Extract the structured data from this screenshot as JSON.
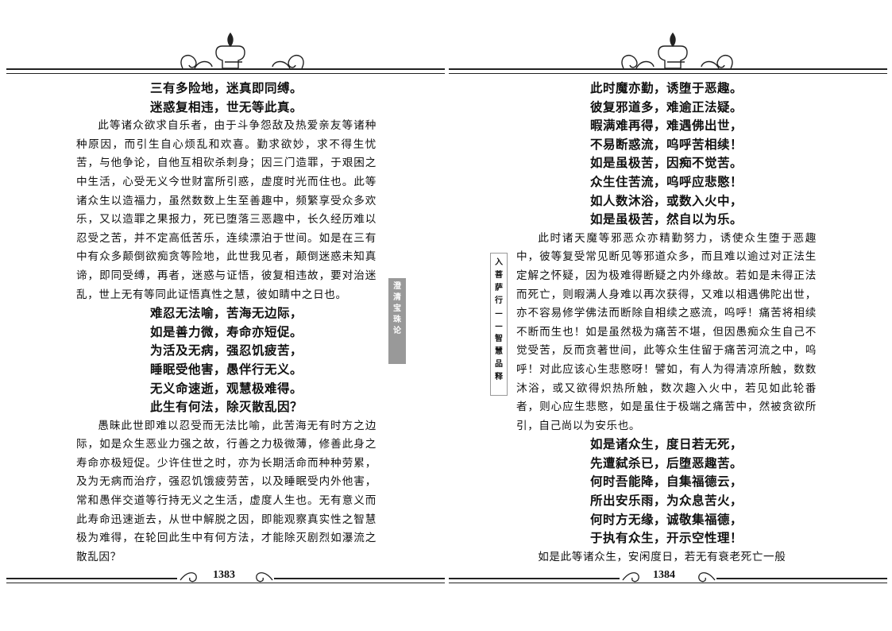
{
  "left_page": {
    "verse1": [
      "三有多险地，迷真即同缚。",
      "迷惑复相违，世无等此真。"
    ],
    "prose1": "此等诸众欲求自乐者，由于斗争怨敌及热爱亲友等诸种种原因，而引生自心烦乱和欢喜。勤求欲妙，求不得生忧苦，与他争论，自他互相砍杀刺身；因三门造罪，于艰困之中生活，心受无义今世财富所引惑，虚度时光而住也。此等诸众生以造福力，虽然数数上生至善趣中，频繁享受众多欢乐，又以造罪之果报力，死已堕落三恶趣中，长久经历难以忍受之苦，并不定高低苦乐，连续漂泊于世间。如是在三有中有众多颠倒欲痴贪等险地，此世我见者，颠倒迷惑未知真谛，即同受缚，再者，迷惑与证悟，彼复相违故，要对治迷乱，世上无有等同此证悟真性之慧，彼如睛中之日也。",
    "verse2": [
      "难忍无法喻，苦海无边际，",
      "如是善力微，寿命亦短促。",
      "为活及无病，强忍饥疲苦，",
      "睡眠受他害，愚伴行无义。",
      "无义命速逝，观慧极难得。",
      "此生有何法，除灭散乱因？"
    ],
    "prose2": "愚昧此世即难以忍受而无法比喻，此苦海无有时方之边际，如是众生恶业力强之故，行善之力极微薄，修善此身之寿命亦极短促。少许住世之时，亦为长期活命而种种劳累，及为无病而治疗，强忍饥饿疲劳苦，以及睡眠受内外他害，常和愚伴交道等行持无义之生活，虚度人生也。无有意义而此寿命迅速逝去，从世中解脱之因，即能观察真实性之智慧极为难得，在轮回此生中有何方法，才能除灭剧烈如瀑流之散乱因？",
    "page_number": "1383"
  },
  "right_page": {
    "verse1": [
      "此时魔亦勤，诱堕于恶趣。",
      "彼复邪道多，难逾正法疑。",
      "暇满难再得，难遇佛出世，",
      "不易断惑流，呜呼苦相续！",
      "如是虽极苦，因痴不觉苦。",
      "众生住苦流，呜呼应悲愍！",
      "如人数沐浴，或数入火中，",
      "如是虽极苦，然自以为乐。"
    ],
    "prose1": "此时诸天魔等邪恶众亦精勤努力，诱使众生堕于恶趣中，彼等复受常见断见等邪道众多，而且难以逾过对正法生定解之怀疑，因为极难得断疑之内外缘故。若如是未得正法而死亡，则暇满人身难以再次获得，又难以相遇佛陀出世，亦不容易修学佛法而断除自相续之惑流，呜呼！痛苦将相续不断而生也！如是虽然极为痛苦不堪，但因愚痴众生自己不觉受苦，反而贪著世间，此等众生住留于痛苦河流之中，呜呼！对此应该心生悲愍呀！譬如，有人为得清凉所触，数数沐浴，或又欲得炽热所触，数次趣入火中，若见如此轮番者，则心应生悲愍，如是虽住于极端之痛苦中，然被贪欲所引，自己尚以为安乐也。",
    "verse2": [
      "如是诸众生，度日若无死，",
      "先遭弑杀已，后堕恶趣苦。",
      "何时吾能降，自集福德云，",
      "所出安乐雨，为众息苦火，",
      "何时方无缘，诚敬集福德，",
      "于执有众生，开示空性理！"
    ],
    "prose2": "如是此等诸众生，安闲度日，若无有衰老死亡一般",
    "page_number": "1384"
  },
  "side_tabs": {
    "left_tab": [
      "澄",
      "清",
      "宝",
      "珠",
      "论"
    ],
    "right_tab": [
      "入",
      "菩",
      "萨",
      "行",
      "—",
      "—",
      "智",
      "慧",
      "品",
      "释"
    ]
  }
}
